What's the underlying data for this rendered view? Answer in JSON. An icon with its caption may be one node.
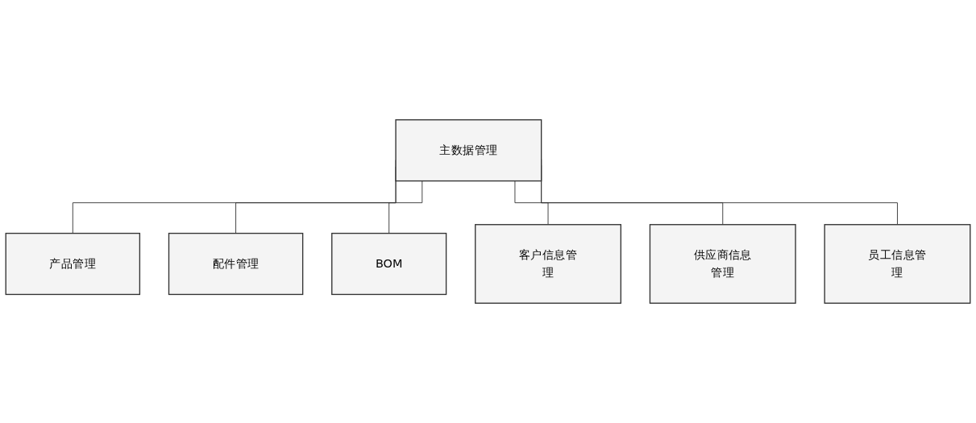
{
  "diagram": {
    "nodes": [
      {
        "text": [
          "主数据管理"
        ]
      },
      {
        "text": [
          "产品管理"
        ]
      },
      {
        "text": [
          "配件管理"
        ]
      },
      {
        "text": [
          "BOM"
        ]
      },
      {
        "text": [
          "客户信息管理"
        ]
      },
      {
        "text": [
          "供应商信息管理"
        ]
      },
      {
        "text": [
          "员工信息管理"
        ]
      }
    ],
    "edges": [
      {
        "from": 0,
        "to": 1,
        "arrow": "none"
      },
      {
        "from": 0,
        "to": 2,
        "arrow": "none"
      },
      {
        "from": 0,
        "to": 3,
        "arrow": "none"
      },
      {
        "from": 0,
        "to": 4,
        "arrow": "none"
      },
      {
        "from": 0,
        "to": 5,
        "arrow": "none"
      },
      {
        "from": 0,
        "to": 6,
        "arrow": "none"
      }
    ]
  }
}
